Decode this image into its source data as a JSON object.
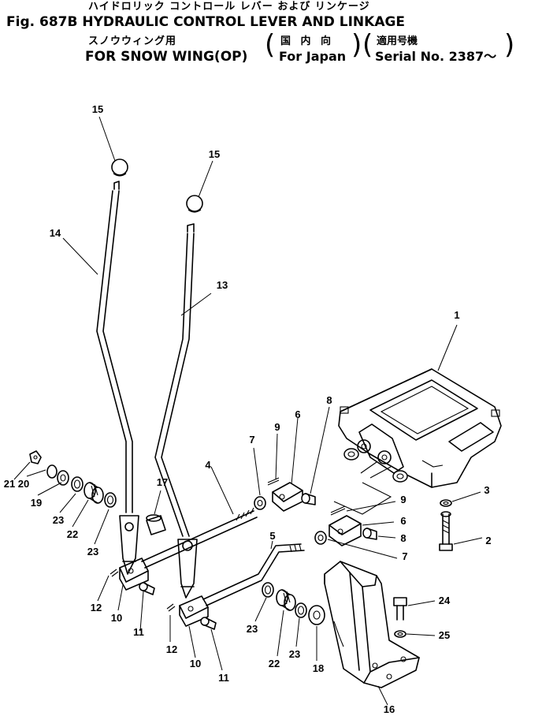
{
  "header": {
    "title_jp": "ハイドロリック コントロール レバー および リンケージ",
    "title_en": "Fig. 687B HYDRAULIC CONTROL LEVER AND LINKAGE",
    "sub_jp": "スノウウィング用",
    "sub_en": "FOR SNOW WING(OP)",
    "for_japan_jp": "国 内 向",
    "for_japan": "For Japan",
    "serial_jp": "適用号機",
    "serial": "Serial No. 2387～"
  },
  "callouts": [
    {
      "id": "1",
      "label": "1"
    },
    {
      "id": "2",
      "label": "2"
    },
    {
      "id": "3",
      "label": "3"
    },
    {
      "id": "4",
      "label": "4"
    },
    {
      "id": "5",
      "label": "5"
    },
    {
      "id": "6a",
      "label": "6"
    },
    {
      "id": "6b",
      "label": "6"
    },
    {
      "id": "7a",
      "label": "7"
    },
    {
      "id": "7b",
      "label": "7"
    },
    {
      "id": "8a",
      "label": "8"
    },
    {
      "id": "8b",
      "label": "8"
    },
    {
      "id": "9a",
      "label": "9"
    },
    {
      "id": "9b",
      "label": "9"
    },
    {
      "id": "10a",
      "label": "10"
    },
    {
      "id": "10b",
      "label": "10"
    },
    {
      "id": "11a",
      "label": "11"
    },
    {
      "id": "11b",
      "label": "11"
    },
    {
      "id": "12a",
      "label": "12"
    },
    {
      "id": "12b",
      "label": "12"
    },
    {
      "id": "13",
      "label": "13"
    },
    {
      "id": "14",
      "label": "14"
    },
    {
      "id": "15a",
      "label": "15"
    },
    {
      "id": "15b",
      "label": "15"
    },
    {
      "id": "16",
      "label": "16"
    },
    {
      "id": "17",
      "label": "17"
    },
    {
      "id": "18",
      "label": "18"
    },
    {
      "id": "19",
      "label": "19"
    },
    {
      "id": "20",
      "label": "20"
    },
    {
      "id": "21",
      "label": "21"
    },
    {
      "id": "22a",
      "label": "22"
    },
    {
      "id": "22b",
      "label": "22"
    },
    {
      "id": "23a",
      "label": "23"
    },
    {
      "id": "23b",
      "label": "23"
    },
    {
      "id": "23c",
      "label": "23"
    },
    {
      "id": "23d",
      "label": "23"
    },
    {
      "id": "24",
      "label": "24"
    },
    {
      "id": "25",
      "label": "25"
    }
  ]
}
